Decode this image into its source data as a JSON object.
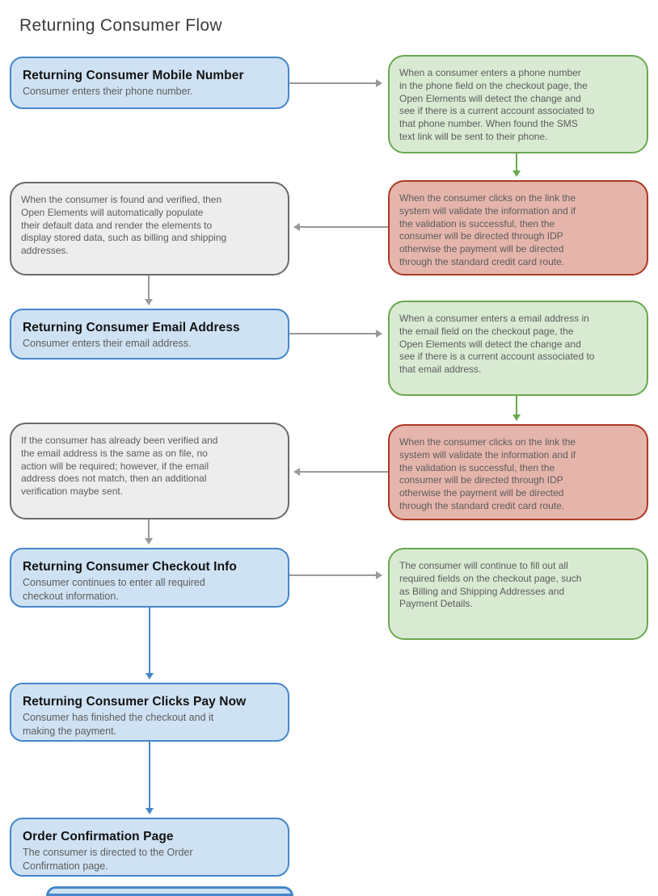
{
  "title": "Returning Consumer Flow",
  "colors": {
    "blue_fill": "#cfe2f3",
    "blue_border": "#4687ca",
    "green_fill": "#d9ead3",
    "green_border": "#6aa84f",
    "red_fill": "#e5b5ac",
    "red_border": "#ab3a24",
    "gray_fill": "#ededed",
    "gray_border": "#6b6b6b",
    "arrow_gray": "#999999",
    "arrow_green": "#6aa84f",
    "arrow_blue": "#4687ca",
    "heading_text": "#121212",
    "body_text": "#5c5c5c"
  },
  "nodes": {
    "mobile_number": {
      "heading": "Returning Consumer Mobile Number",
      "body": "Consumer enters their phone number."
    },
    "sms_detect": {
      "body": "When a consumer enters a phone number\nin the phone field on the checkout page, the\nOpen Elements will detect the change and\nsee if there is a current account associated to\nthat phone number. When found the SMS\ntext link will be sent to their phone."
    },
    "sms_validate": {
      "body": "When the consumer clicks on the link the\nsystem will validate the information and if\nthe validation is successful, then the\nconsumer will be directed through IDP\notherwise the payment will be directed\nthrough the standard credit card route."
    },
    "found_verified": {
      "body": "When the consumer is found and verified, then\nOpen Elements will automatically populate\ntheir default data and render the elements to\ndisplay stored data, such as billing and shipping\naddresses."
    },
    "email_address": {
      "heading": "Returning Consumer Email Address",
      "body": "Consumer enters their email address."
    },
    "email_detect": {
      "body": "When a consumer enters a email address in\nthe email field on the checkout page, the\nOpen Elements will detect the change and\nsee if there is a current account associated to\nthat email address."
    },
    "email_validate": {
      "body": "When the consumer clicks on the link the\nsystem will validate the information and if\nthe validation is successful, then the\nconsumer will be directed through IDP\notherwise the payment will be directed\nthrough the standard credit card route."
    },
    "already_verified": {
      "body": "If the consumer has already been verified and\nthe email address is the same as on file, no\naction will be required; however, if the email\naddress does not match, then an additional\nverification maybe sent."
    },
    "checkout_info": {
      "heading": "Returning Consumer Checkout Info",
      "body": "Consumer continues to enter all required\ncheckout information."
    },
    "checkout_fill": {
      "body": "The consumer will continue to fill out all\nrequired fields on the checkout page, such\nas Billing and Shipping Addresses and\nPayment Details."
    },
    "pay_now": {
      "heading": "Returning Consumer Clicks Pay Now",
      "body": "Consumer has finished the checkout and it\nmaking the payment."
    },
    "order_confirmation": {
      "heading": "Order Confirmation Page",
      "body": "The consumer is directed to the Order\nConfirmation page."
    }
  }
}
